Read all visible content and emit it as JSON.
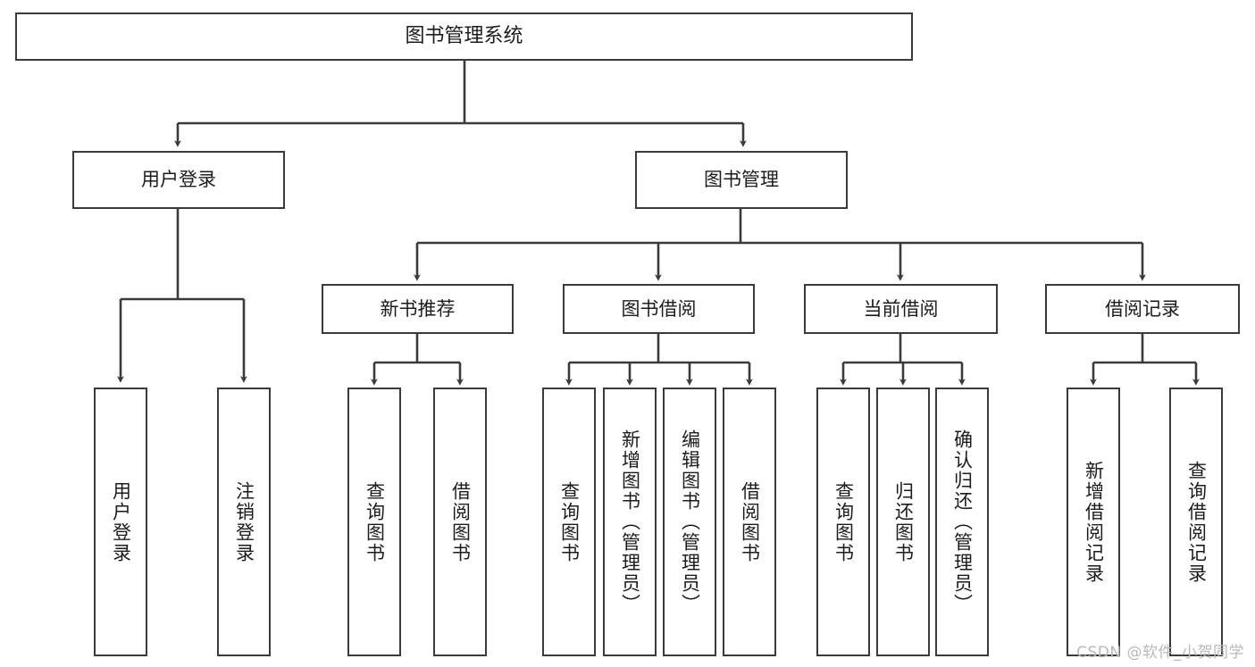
{
  "diagram": {
    "title": "图书管理系统",
    "type": "tree",
    "watermark": "CSDN @软件_小贺同学",
    "colors": {
      "box_border": "#3a3a3a",
      "box_fill": "#ffffff",
      "edge": "#3a3a3a",
      "text": "#1c1c1c",
      "watermark": "#b9b9b9",
      "background": "#ffffff"
    },
    "levels": {
      "root": "图书管理系统",
      "level2": [
        "用户登录",
        "图书管理"
      ],
      "level3": [
        "新书推荐",
        "图书借阅",
        "当前借阅",
        "借阅记录"
      ]
    },
    "nodes": {
      "root": {
        "label": "图书管理系统"
      },
      "user_login": {
        "label": "用户登录"
      },
      "book_manage": {
        "label": "图书管理"
      },
      "new_book_rec": {
        "label": "新书推荐"
      },
      "book_borrow": {
        "label": "图书借阅"
      },
      "current_borrow": {
        "label": "当前借阅"
      },
      "borrow_record": {
        "label": "借阅记录"
      },
      "leaf_user_login": {
        "label": "用户登录"
      },
      "leaf_user_logout": {
        "label": "注销登录"
      },
      "leaf_query_book_1": {
        "label": "查询图书"
      },
      "leaf_borrow_book_1": {
        "label": "借阅图书"
      },
      "leaf_query_book_2": {
        "label": "查询图书"
      },
      "leaf_add_book_admin": {
        "label": "新增图书（管理员）"
      },
      "leaf_edit_book_admin": {
        "label": "编辑图书（管理员）"
      },
      "leaf_borrow_book_2": {
        "label": "借阅图书"
      },
      "leaf_query_book_3": {
        "label": "查询图书"
      },
      "leaf_return_book": {
        "label": "归还图书"
      },
      "leaf_confirm_return_admin": {
        "label": "确认归还（管理员）"
      },
      "leaf_add_borrow_record": {
        "label": "新增借阅记录"
      },
      "leaf_query_borrow_record": {
        "label": "查询借阅记录"
      }
    },
    "edges": [
      {
        "from": "root",
        "to": "user_login"
      },
      {
        "from": "root",
        "to": "book_manage"
      },
      {
        "from": "user_login",
        "to": "leaf_user_login"
      },
      {
        "from": "user_login",
        "to": "leaf_user_logout"
      },
      {
        "from": "book_manage",
        "to": "new_book_rec"
      },
      {
        "from": "book_manage",
        "to": "book_borrow"
      },
      {
        "from": "book_manage",
        "to": "current_borrow"
      },
      {
        "from": "book_manage",
        "to": "borrow_record"
      },
      {
        "from": "new_book_rec",
        "to": "leaf_query_book_1"
      },
      {
        "from": "new_book_rec",
        "to": "leaf_borrow_book_1"
      },
      {
        "from": "book_borrow",
        "to": "leaf_query_book_2"
      },
      {
        "from": "book_borrow",
        "to": "leaf_add_book_admin"
      },
      {
        "from": "book_borrow",
        "to": "leaf_edit_book_admin"
      },
      {
        "from": "book_borrow",
        "to": "leaf_borrow_book_2"
      },
      {
        "from": "current_borrow",
        "to": "leaf_query_book_3"
      },
      {
        "from": "current_borrow",
        "to": "leaf_return_book"
      },
      {
        "from": "current_borrow",
        "to": "leaf_confirm_return_admin"
      },
      {
        "from": "borrow_record",
        "to": "leaf_add_borrow_record"
      },
      {
        "from": "borrow_record",
        "to": "leaf_query_borrow_record"
      }
    ]
  }
}
